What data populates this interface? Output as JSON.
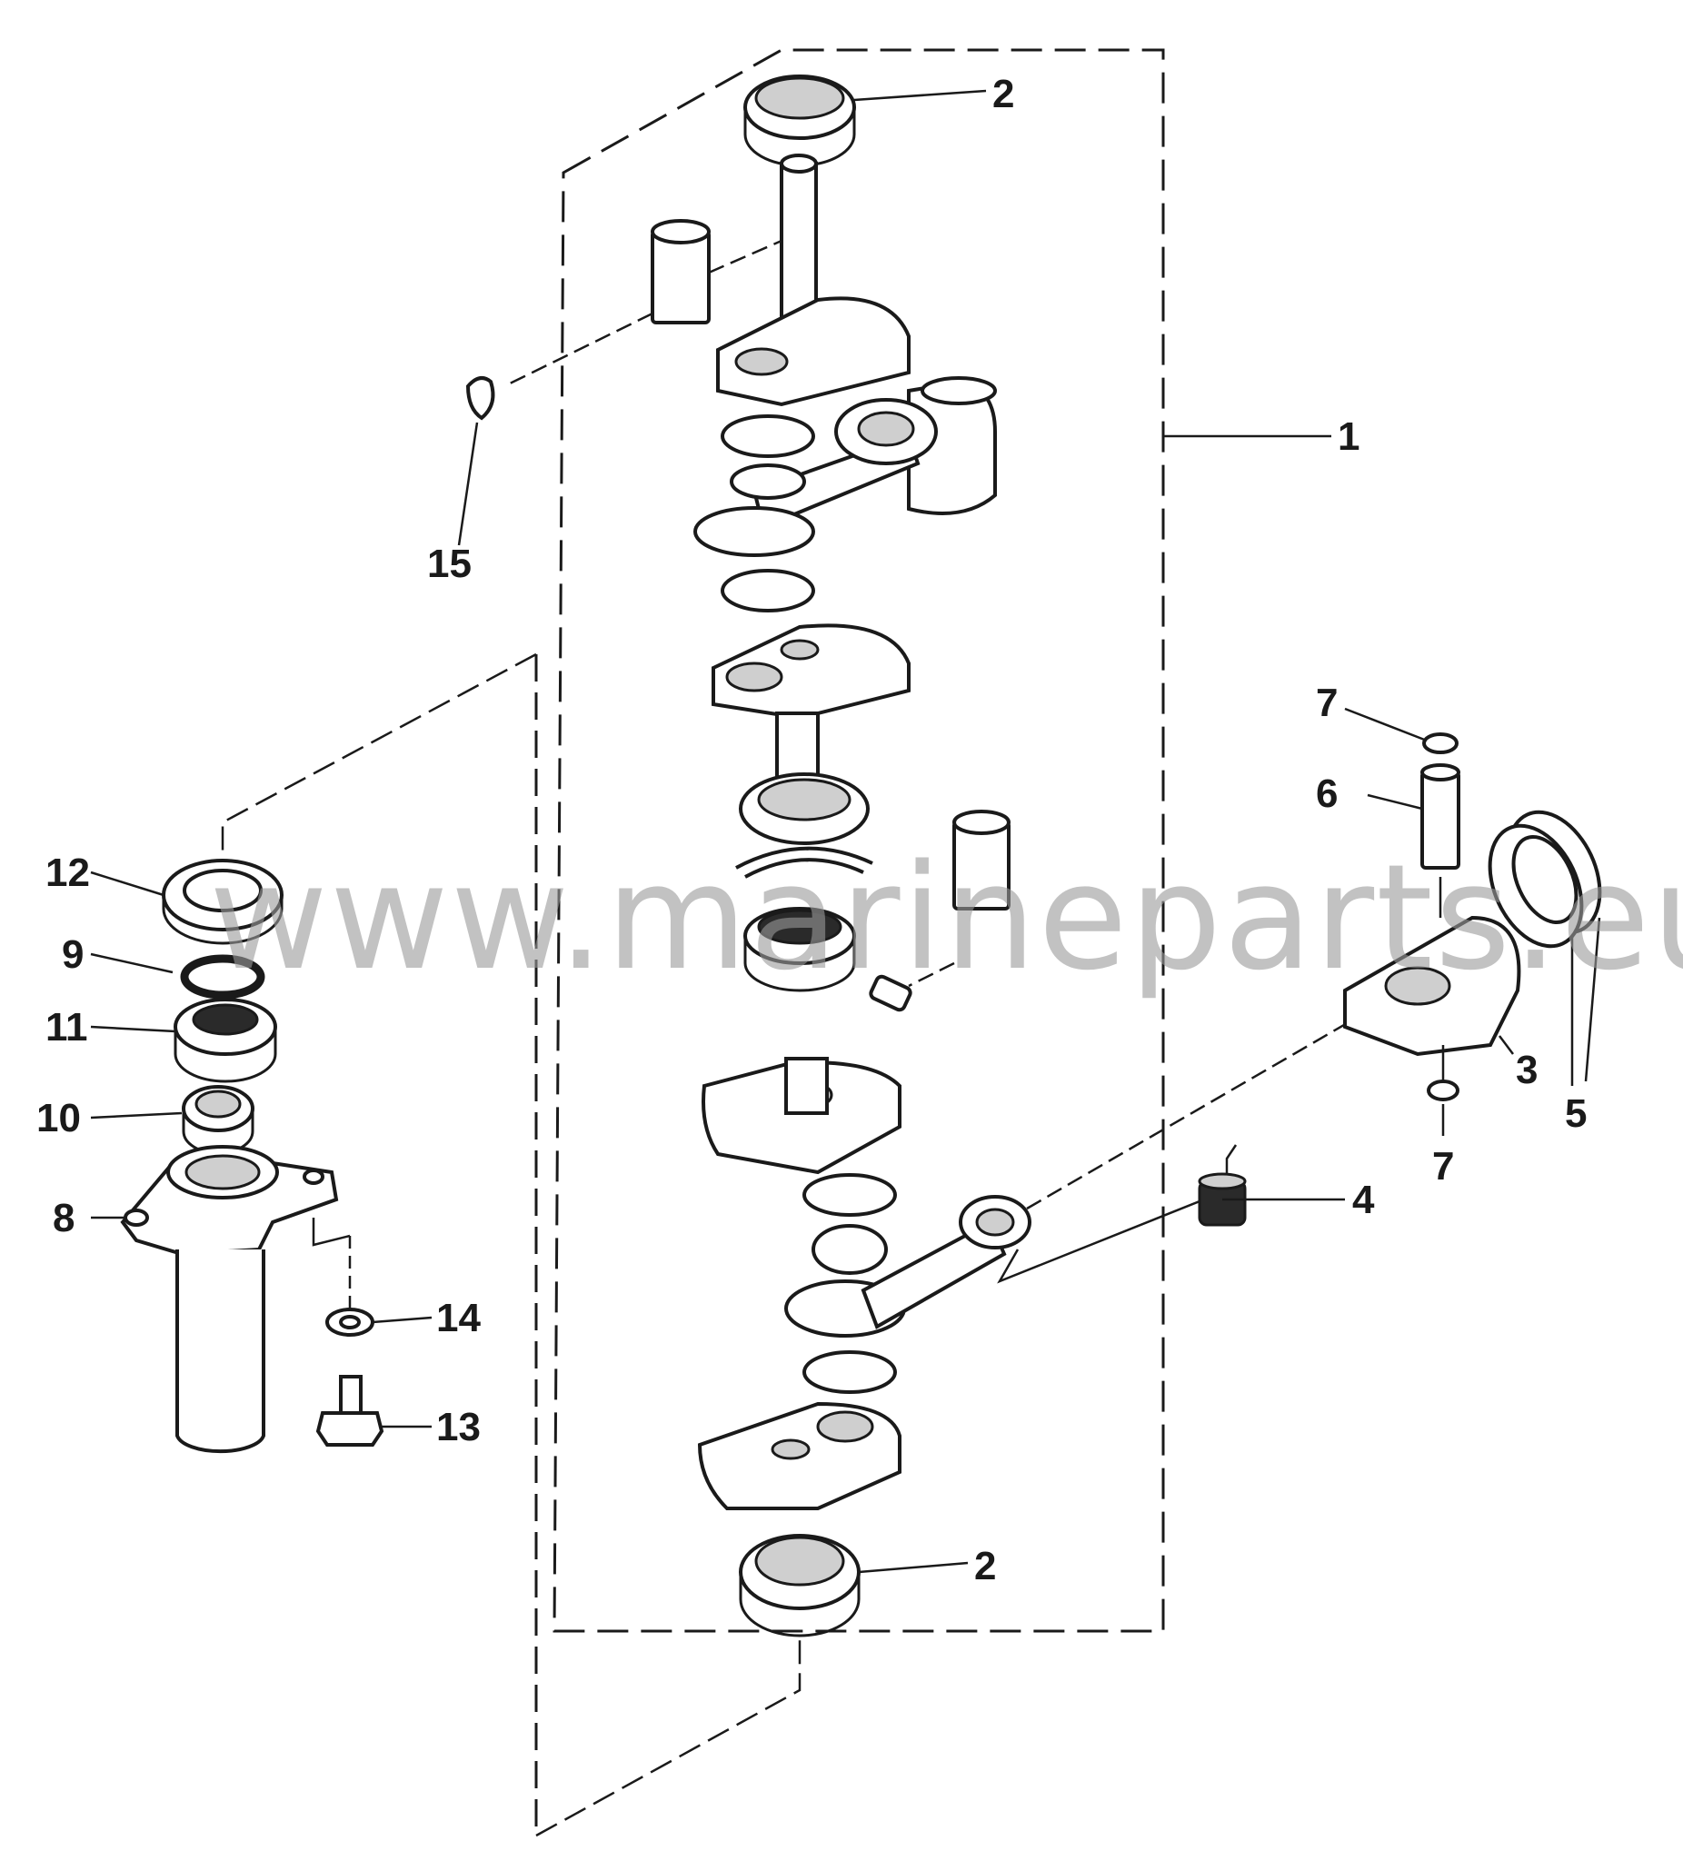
{
  "diagram": {
    "labels": {
      "l1": "1",
      "l2_top": "2",
      "l2_bottom": "2",
      "l3": "3",
      "l4": "4",
      "l5": "5",
      "l6": "6",
      "l7_top": "7",
      "l7_bottom": "7",
      "l8": "8",
      "l9": "9",
      "l10": "10",
      "l11": "11",
      "l12": "12",
      "l13": "13",
      "l14": "14",
      "l15": "15"
    },
    "watermark": "www.marineparts.eu"
  }
}
